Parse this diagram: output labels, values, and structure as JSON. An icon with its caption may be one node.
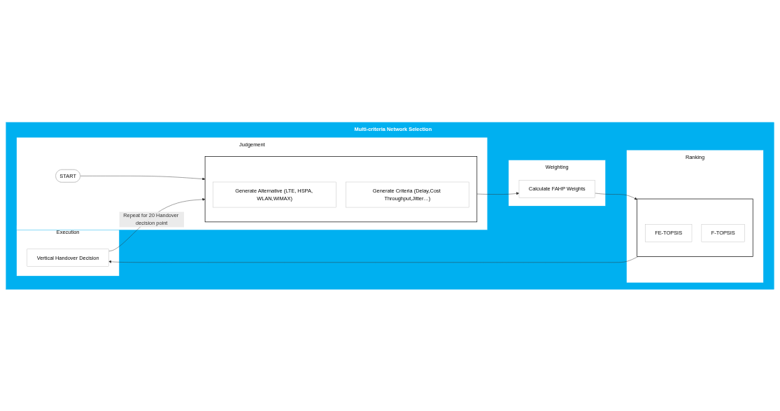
{
  "diagram": {
    "nodes": [
      {
        "text": [
          "Multi-criteria Network Selection"
        ]
      },
      {
        "text": [
          "Judgement"
        ],
        "in": 0
      },
      {
        "text": [
          "Weighting"
        ],
        "in": 0
      },
      {
        "text": [
          "Ranking"
        ],
        "in": 0
      },
      {
        "text": [
          "Execution"
        ],
        "in": 0
      },
      {
        "text": [
          "START"
        ],
        "in": 1
      },
      {
        "text": [],
        "shape": "box",
        "in": 1
      },
      {
        "text": [
          "Generate Alternative (LTE, HSPA, WLAN,WiMAX)"
        ],
        "in": 6
      },
      {
        "text": [
          "Generate Criteria (Delay,Cost Throughput,Jitter…)"
        ],
        "in": 6
      },
      {
        "text": [
          "Calculate FAHP Weights"
        ],
        "in": 2
      },
      {
        "text": [],
        "shape": "box",
        "in": 3
      },
      {
        "text": [
          "FE-TOPSIS"
        ],
        "in": 10
      },
      {
        "text": [
          "F-TOPSIS"
        ],
        "in": 10
      },
      {
        "text": [
          "Vertical Handover Decision"
        ],
        "in": 4
      }
    ],
    "edges": [
      {
        "from": 5,
        "to": 6,
        "arrow": "to"
      },
      {
        "from": 6,
        "to": 9,
        "arrow": "to"
      },
      {
        "from": 9,
        "to": 10,
        "arrow": "to"
      },
      {
        "from": 10,
        "to": 13,
        "arrow": "to"
      },
      {
        "from": 13,
        "to": 6,
        "arrow": "to",
        "label": "Repeat for 20 Handover decision point"
      }
    ]
  }
}
